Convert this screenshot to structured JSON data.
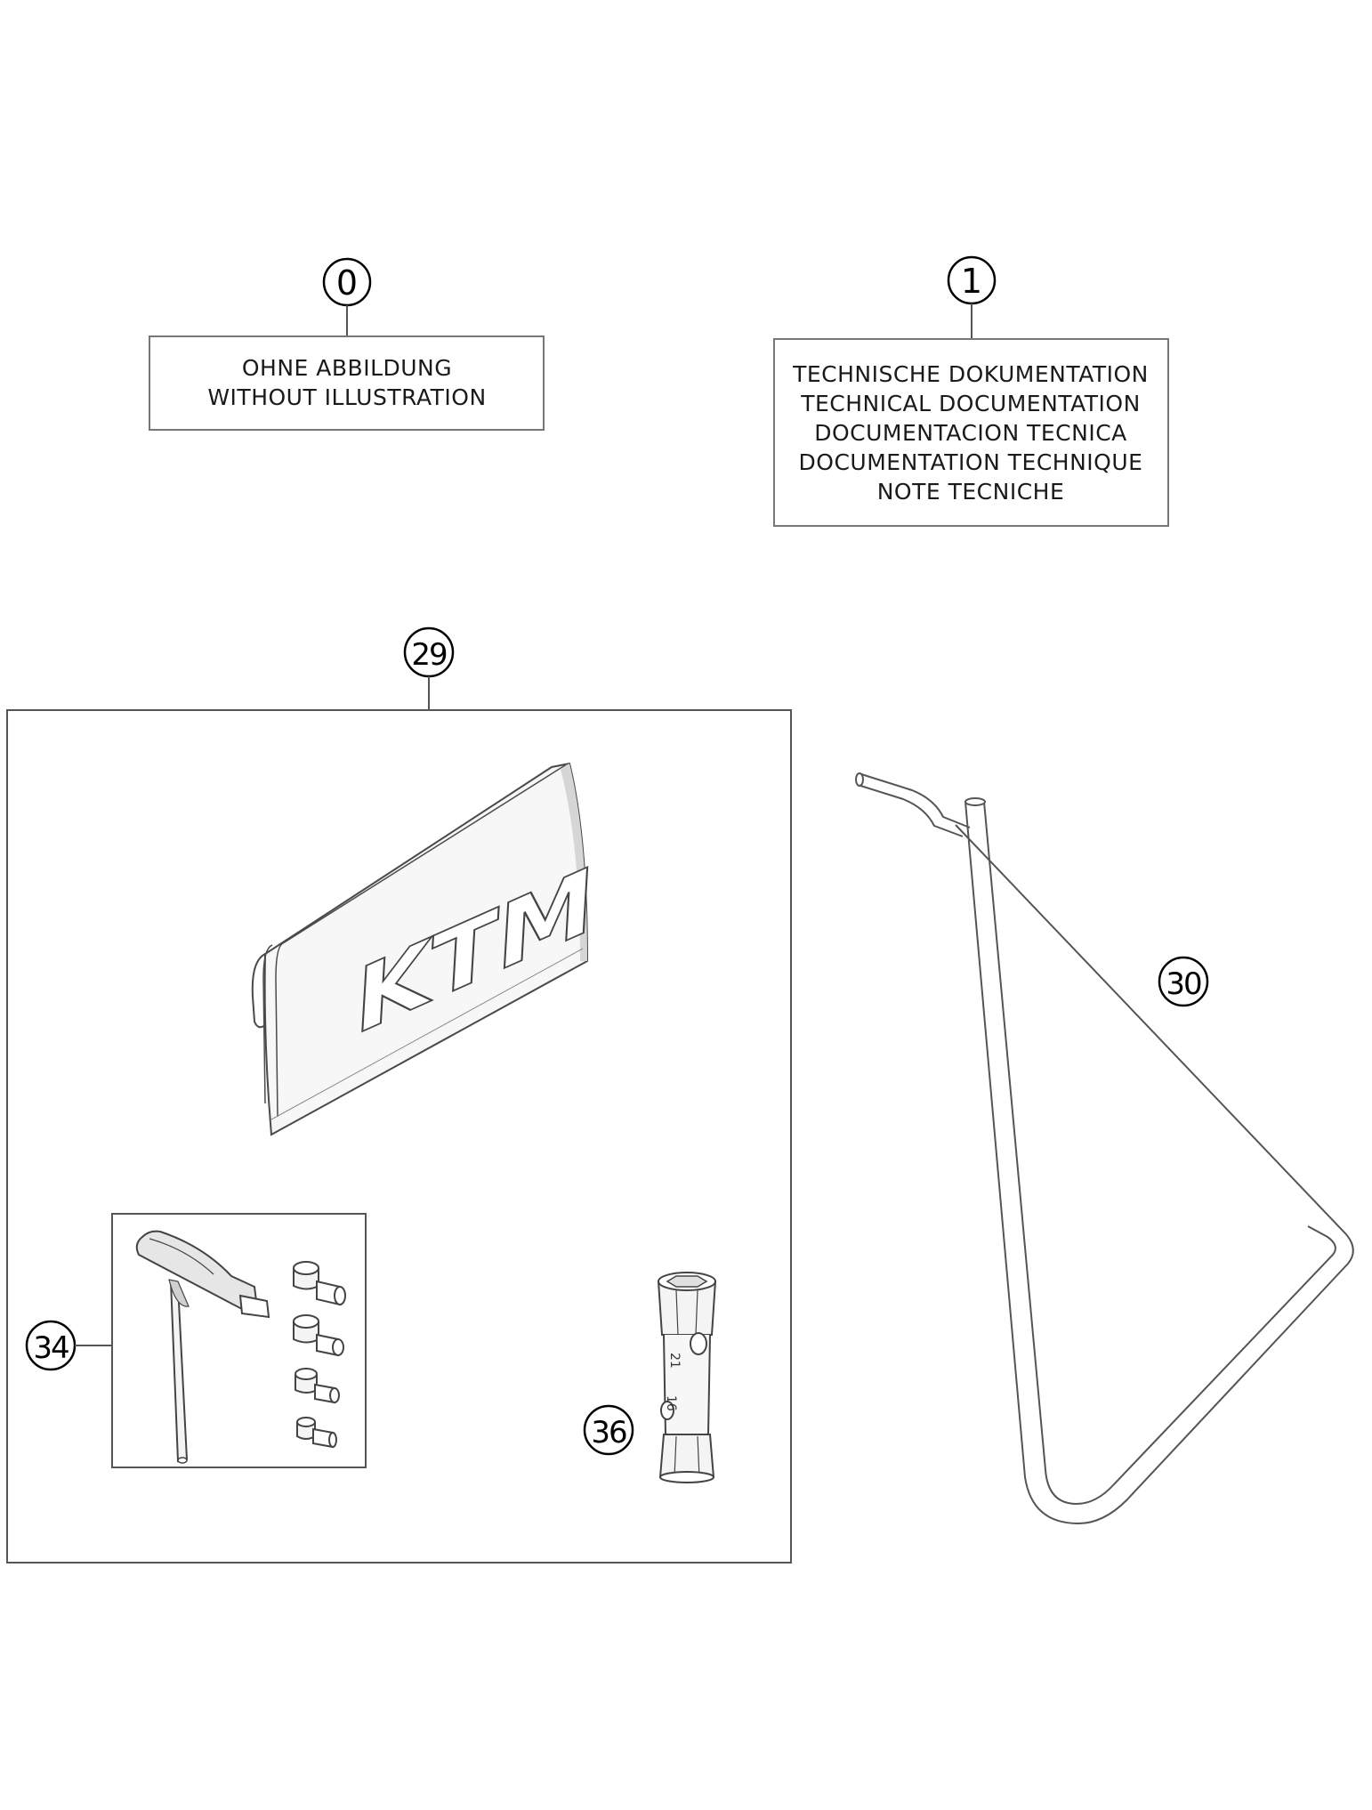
{
  "callouts": {
    "c0": "0",
    "c1": "1",
    "c29": "29",
    "c30": "30",
    "c34": "34",
    "c36": "36"
  },
  "box0": {
    "line1": "OHNE ABBILDUNG",
    "line2": "WITHOUT ILLUSTRATION"
  },
  "box1": {
    "line1": "TECHNISCHE DOKUMENTATION",
    "line2": "TECHNICAL DOCUMENTATION",
    "line3": "DOCUMENTACION TECNICA",
    "line4": "DOCUMENTATION TECHNIQUE",
    "line5": "NOTE TECNICHE"
  },
  "logo_text": "KTM",
  "wrench_marks": {
    "upper": "21",
    "lower": "16"
  },
  "colors": {
    "line": "#5a5a5a",
    "frame": "#555555",
    "pouch_fill": "#f4f4f4",
    "shading": "#d8d8d8"
  }
}
